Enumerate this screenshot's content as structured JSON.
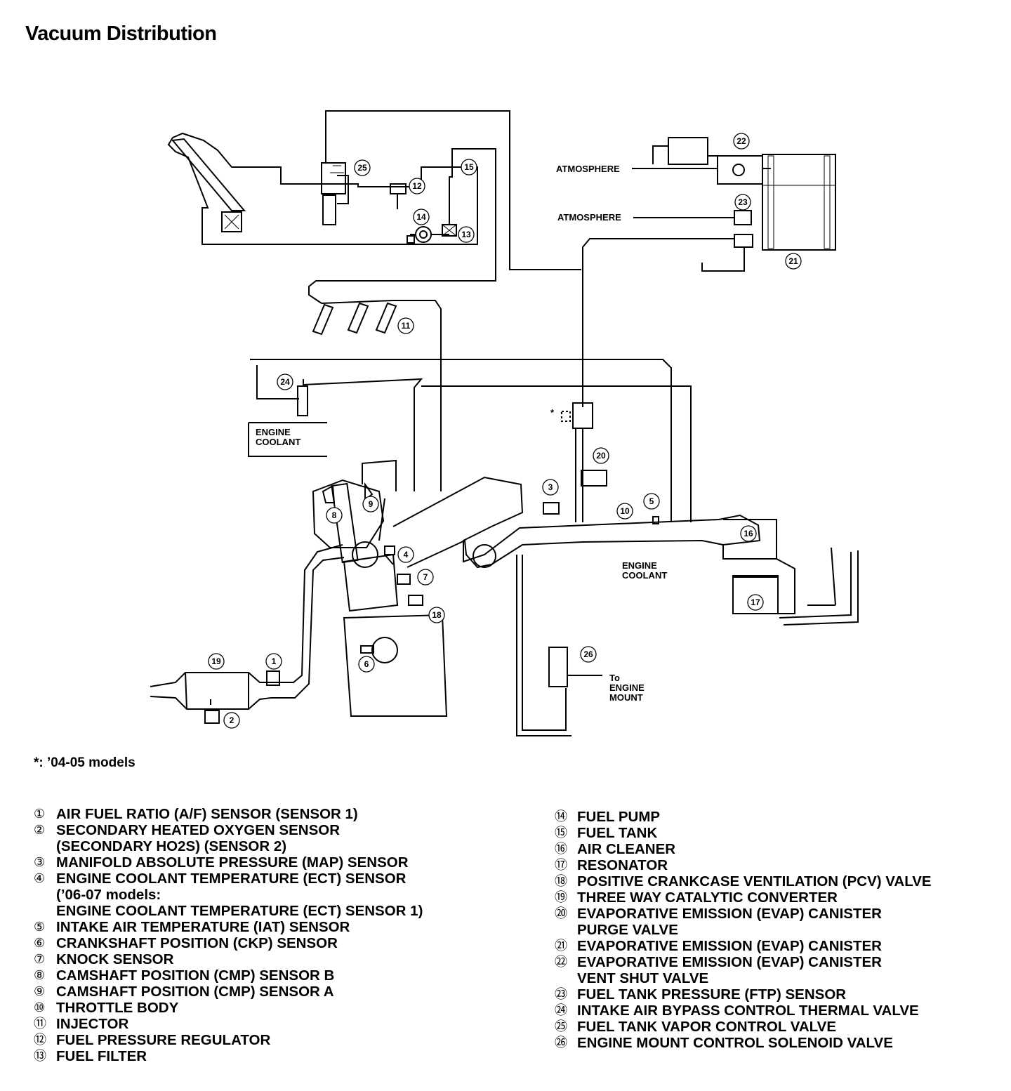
{
  "title": "Vacuum Distribution",
  "footnote": "*: ’04-05 models",
  "diagram": {
    "labels": {
      "atmosphere_1": "ATMOSPHERE",
      "atmosphere_2": "ATMOSPHERE",
      "engine_coolant_box": "ENGINE\nCOOLANT",
      "engine_coolant_mid": "ENGINE\nCOOLANT",
      "to_engine_mount": "To\nENGINE\nMOUNT",
      "asterisk": "*"
    },
    "callouts": [
      "1",
      "2",
      "3",
      "4",
      "5",
      "6",
      "7",
      "8",
      "9",
      "10",
      "11",
      "12",
      "13",
      "14",
      "15",
      "16",
      "17",
      "18",
      "19",
      "20",
      "21",
      "22",
      "23",
      "24",
      "25",
      "26"
    ]
  },
  "legend_left": [
    {
      "num": "①",
      "text": "AIR FUEL RATIO (A/F) SENSOR (SENSOR 1)"
    },
    {
      "num": "②",
      "text": "SECONDARY HEATED OXYGEN SENSOR\n(SECONDARY HO2S) (SENSOR 2)"
    },
    {
      "num": "③",
      "text": "MANIFOLD ABSOLUTE PRESSURE (MAP) SENSOR"
    },
    {
      "num": "④",
      "text": "ENGINE COOLANT TEMPERATURE (ECT) SENSOR\n(’06-07 models:\nENGINE COOLANT TEMPERATURE (ECT) SENSOR 1)"
    },
    {
      "num": "⑤",
      "text": "INTAKE AIR TEMPERATURE (IAT) SENSOR"
    },
    {
      "num": "⑥",
      "text": "CRANKSHAFT POSITION (CKP) SENSOR"
    },
    {
      "num": "⑦",
      "text": "KNOCK SENSOR"
    },
    {
      "num": "⑧",
      "text": "CAMSHAFT POSITION (CMP) SENSOR B"
    },
    {
      "num": "⑨",
      "text": "CAMSHAFT POSITION (CMP) SENSOR A"
    },
    {
      "num": "⑩",
      "text": "THROTTLE BODY"
    },
    {
      "num": "⑪",
      "text": "INJECTOR"
    },
    {
      "num": "⑫",
      "text": "FUEL PRESSURE REGULATOR"
    },
    {
      "num": "⑬",
      "text": "FUEL FILTER"
    }
  ],
  "legend_right": [
    {
      "num": "⑭",
      "text": "FUEL PUMP"
    },
    {
      "num": "⑮",
      "text": "FUEL TANK"
    },
    {
      "num": "⑯",
      "text": "AIR CLEANER"
    },
    {
      "num": "⑰",
      "text": "RESONATOR"
    },
    {
      "num": "⑱",
      "text": "POSITIVE CRANKCASE VENTILATION (PCV) VALVE"
    },
    {
      "num": "⑲",
      "text": "THREE WAY CATALYTIC CONVERTER"
    },
    {
      "num": "⑳",
      "text": "EVAPORATIVE EMISSION (EVAP) CANISTER\nPURGE VALVE"
    },
    {
      "num": "㉑",
      "text": "EVAPORATIVE EMISSION (EVAP) CANISTER"
    },
    {
      "num": "㉒",
      "text": "EVAPORATIVE EMISSION (EVAP) CANISTER\nVENT SHUT VALVE"
    },
    {
      "num": "㉓",
      "text": "FUEL TANK PRESSURE (FTP) SENSOR"
    },
    {
      "num": "㉔",
      "text": "INTAKE AIR BYPASS CONTROL THERMAL VALVE"
    },
    {
      "num": "㉕",
      "text": "FUEL TANK VAPOR CONTROL VALVE"
    },
    {
      "num": "㉖",
      "text": "ENGINE MOUNT CONTROL SOLENOID VALVE"
    }
  ]
}
